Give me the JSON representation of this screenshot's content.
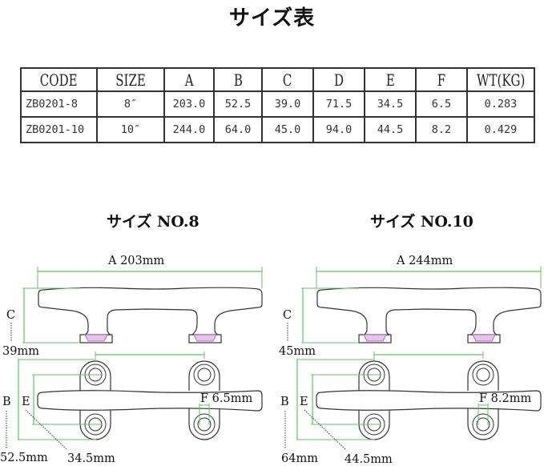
{
  "title": "サイズ表",
  "table": {
    "headers": [
      "CODE",
      "SIZE",
      "A",
      "B",
      "C",
      "D",
      "E",
      "F",
      "WT(KG)"
    ],
    "rows": [
      [
        "ZB0201-8",
        "8″",
        "203.0",
        "52.5",
        "39.0",
        "71.5",
        "34.5",
        "6.5",
        "0.283"
      ],
      [
        "ZB0201-10",
        "10″",
        "244.0",
        "64.0",
        "45.0",
        "94.0",
        "44.5",
        "8.2",
        "0.429"
      ]
    ]
  },
  "colors": {
    "dimension_line": "#5fc45f",
    "outline": "#333333",
    "insert": "#c080c8"
  },
  "diagrams": [
    {
      "title": "サイズ NO.8",
      "a_label": "A  203mm",
      "c_letter": "C",
      "c_value": "39mm",
      "b_letter": "B",
      "b_value": "52.5mm",
      "e_letter": "E",
      "e_value": "34.5mm",
      "f_label": "F 6.5mm"
    },
    {
      "title": "サイズ NO.10",
      "a_label": "A  244mm",
      "c_letter": "C",
      "c_value": "45mm",
      "b_letter": "B",
      "b_value": "64mm",
      "e_letter": "E",
      "e_value": "44.5mm",
      "f_label": "F 8.2mm"
    }
  ]
}
